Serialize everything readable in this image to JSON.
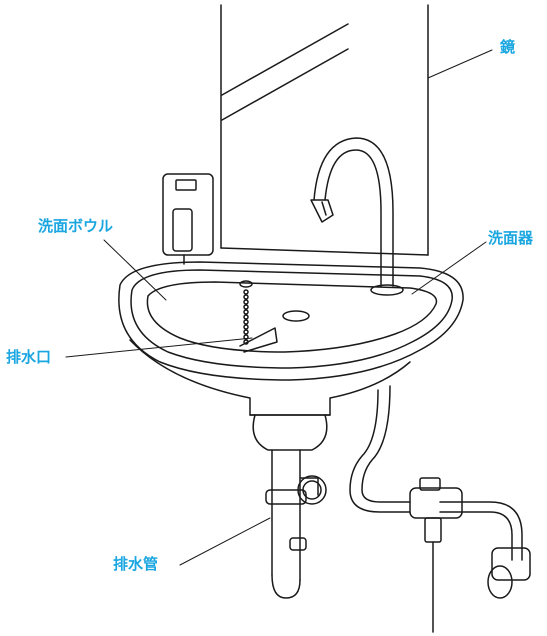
{
  "labels": {
    "mirror": "鏡",
    "bowl": "洗面ボウル",
    "sink": "洗面器",
    "drain": "排水口",
    "drain_pipe": "排水管"
  },
  "colors": {
    "label_text": "#1aa6e0",
    "line_art": "#1a1a1a",
    "leader_line": "#1a1a1a",
    "background": "#ffffff"
  }
}
